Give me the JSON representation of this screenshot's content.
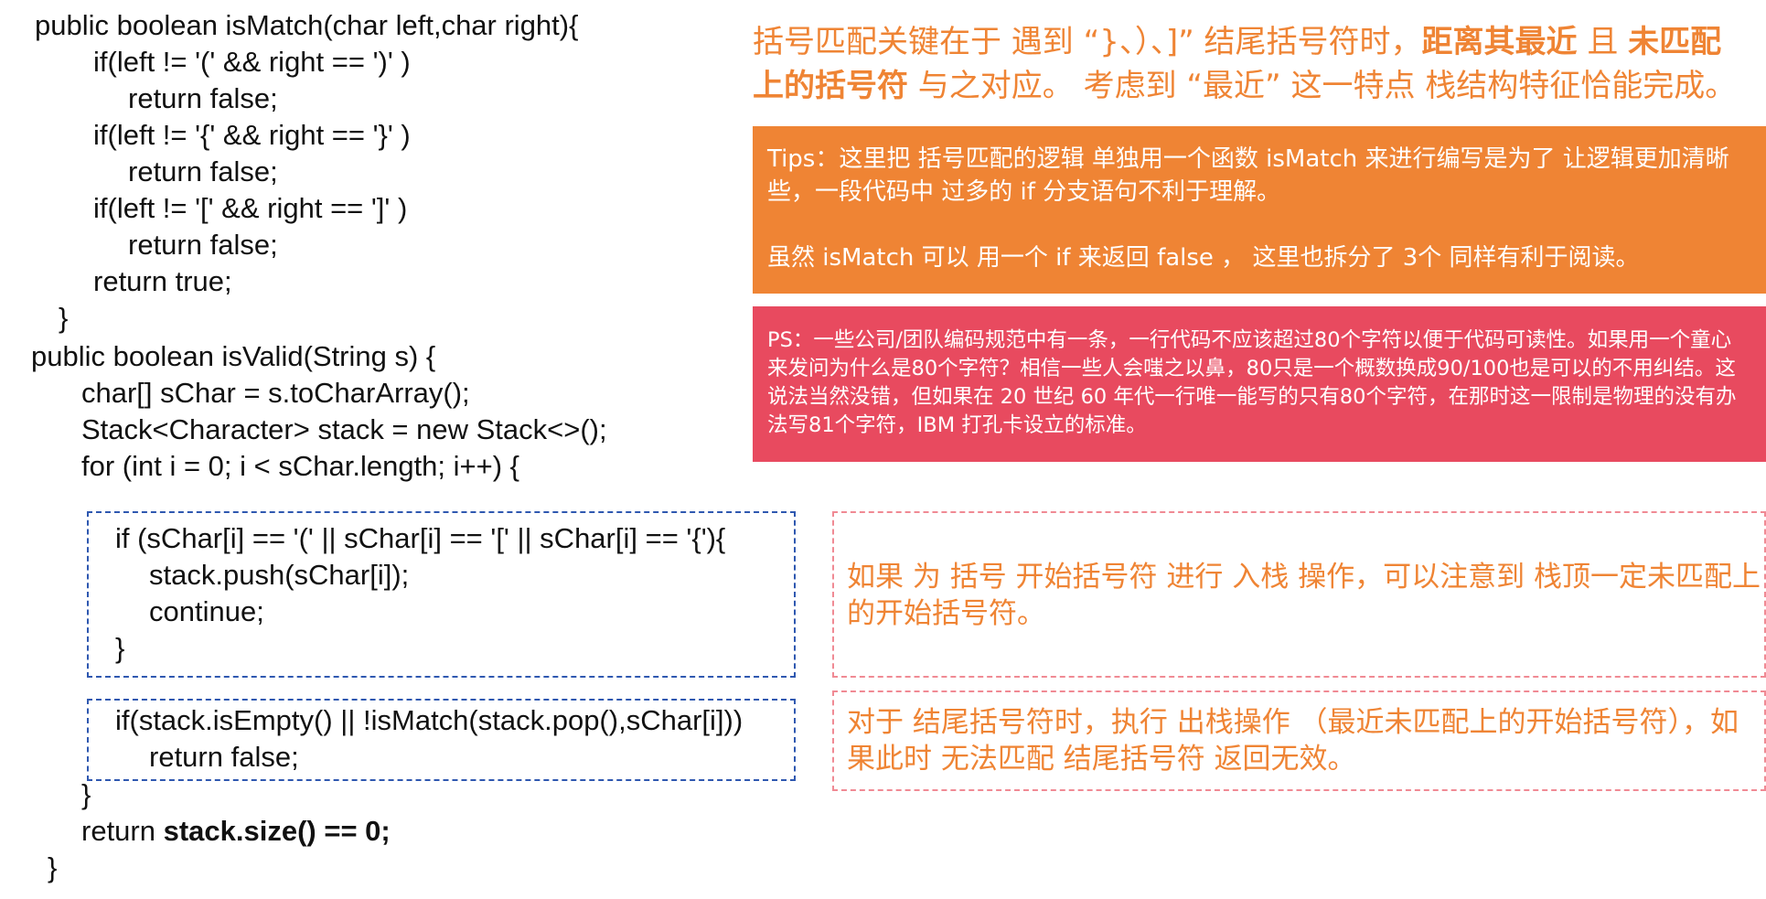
{
  "code": {
    "lines": [
      "public boolean isMatch(char left,char right){",
      "if(left != '(' && right == ')' )",
      "return false;",
      "if(left != '{' && right == '}' )",
      "return false;",
      "if(left != '[' && right == ']' )",
      "return false;",
      "return true;",
      "}",
      "public boolean isValid(String s) {",
      "char[] sChar = s.toCharArray();",
      "Stack<Character> stack = new Stack<>();",
      "for (int i = 0; i < sChar.length; i++) {",
      "if (sChar[i] == '(' || sChar[i] == '[' || sChar[i] == '{'){",
      "stack.push(sChar[i]);",
      "continue;",
      "}",
      "if(stack.isEmpty() || !isMatch(stack.pop(),sChar[i]))",
      "return false;",
      "}",
      "return ",
      "stack.size() == 0;",
      "}"
    ]
  },
  "headline": {
    "part1": "括号匹配关键在于 遇到 “}、）、]” 结尾括号符时，",
    "bold1": "距离其最近",
    "part2": " 且 ",
    "bold2": "未匹配上的括号符",
    "part3": " 与之对应。 考虑到 “最近” 这一特点 栈结构特征恰能完成。"
  },
  "tips": {
    "line1": "Tips：这里把 括号匹配的逻辑 单独用一个函数 isMatch 来进行编写是为了 让逻辑更加清晰些，一段代码中 过多的 if 分支语句不利于理解。",
    "line2": "虽然 isMatch 可以 用一个 if 来返回 false ， 这里也拆分了 3个 同样有利于阅读。"
  },
  "ps": {
    "text": "PS：一些公司/团队编码规范中有一条，一行代码不应该超过80个字符以便于代码可读性。如果用一个童心来发问为什么是80个字符？相信一些人会嗤之以鼻，80只是一个概数换成90/100也是可以的不用纠结。这说法当然没错，但如果在 20 世纪 60 年代一行唯一能写的只有80个字符，在那时这一限制是物理的没有办法写81个字符，IBM 打孔卡设立的标准。"
  },
  "notes": {
    "push": "如果 为 括号 开始括号符 进行 入栈 操作，可以注意到 栈顶一定未匹配上的开始括号符。",
    "pop": "对于 结尾括号符时，执行 出栈操作 （最近未匹配上的开始括号符），如果此时 无法匹配 结尾括号符 返回无效。"
  },
  "colors": {
    "accent_orange": "#ef8434",
    "ps_red": "#e84a5f",
    "code_box_blue": "#2f58b0",
    "note_box_pink": "#f08a94"
  }
}
